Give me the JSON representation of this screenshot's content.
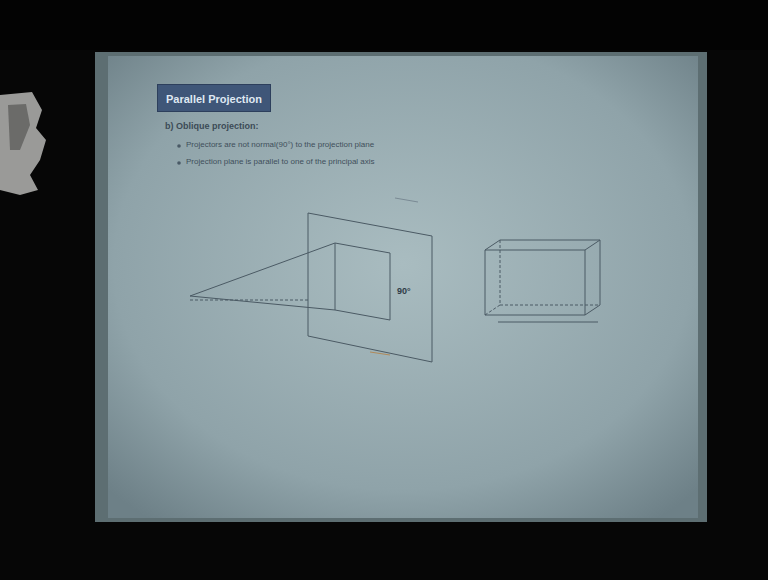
{
  "diagram": {
    "title": "Parallel Projection",
    "labels": [
      "b) Oblique projection:",
      "Projectors are not normal(90°) to the projection plane",
      "Projection plane is parallel to one of the principal axis",
      "90°"
    ]
  }
}
